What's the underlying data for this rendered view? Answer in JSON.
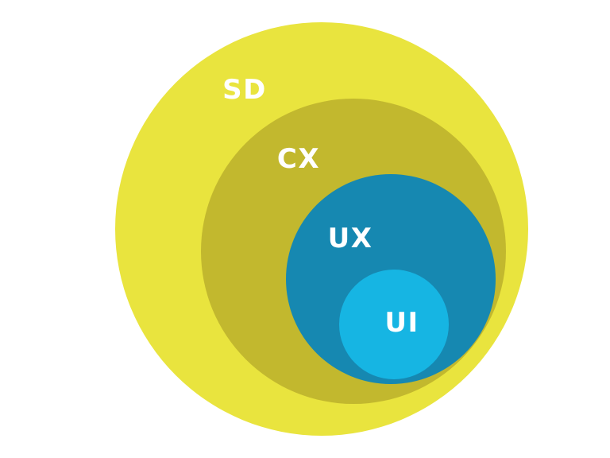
{
  "diagram": {
    "type": "nested-circles",
    "description": "Nested circles diagram showing UI inside UX inside CX inside SD",
    "text_color": "#ffffff",
    "background_color": "#ffffff",
    "rings": [
      {
        "label": "SD",
        "color": "#e9e43e"
      },
      {
        "label": "CX",
        "color": "#c2b82e"
      },
      {
        "label": "UX",
        "color": "#1688b1"
      },
      {
        "label": "UI",
        "color": "#16b5e3"
      }
    ]
  }
}
